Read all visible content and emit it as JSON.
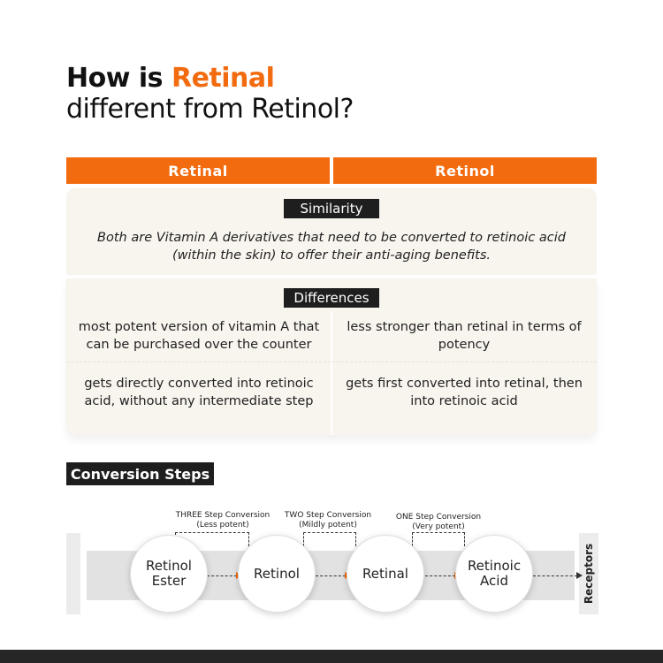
{
  "title": {
    "line1_prefix": "How is ",
    "line1_accent": "Retinal",
    "line2": "different from Retinol?"
  },
  "table": {
    "headers": [
      "Retinal",
      "Retinol"
    ],
    "similarity": {
      "tag": "Similarity",
      "text": "Both are Vitamin A derivatives that need to be converted to retinoic acid (within the skin) to offer their anti-aging benefits."
    },
    "differences": {
      "tag": "Differences",
      "rows": [
        {
          "retinal": "most potent version of vitamin A that can be purchased over the counter",
          "retinol": "less stronger than retinal in terms of potency"
        },
        {
          "retinal": "gets directly converted into retinoic acid, without any intermediate step",
          "retinol": "gets first converted into retinal, then into retinoic acid"
        }
      ]
    }
  },
  "conversion": {
    "title": "Conversion Steps",
    "labels": {
      "three": {
        "line1": "THREE Step Conversion",
        "line2": "(Less potent)"
      },
      "two": {
        "line1": "TWO Step Conversion",
        "line2": "(Mildly potent)"
      },
      "one": {
        "line1": "ONE Step Conversion",
        "line2": "(Very potent)"
      }
    },
    "steps": [
      {
        "line1": "Retinol",
        "line2": "Ester"
      },
      {
        "line1": "Retinol",
        "line2": ""
      },
      {
        "line1": "Retinal",
        "line2": ""
      },
      {
        "line1": "Retinoic",
        "line2": "Acid"
      }
    ],
    "end_label": "Receptors"
  },
  "colors": {
    "accent": "#f26b0f",
    "dark": "#1e1e1e",
    "panel": "#f8f4ee",
    "track": "#e2e2e2"
  }
}
